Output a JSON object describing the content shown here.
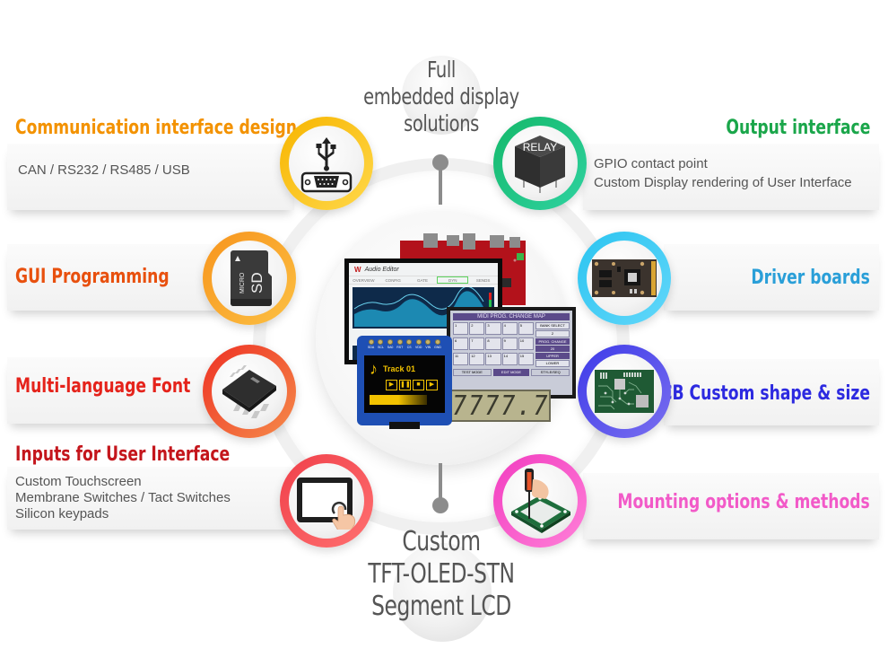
{
  "center": {
    "top_title": [
      "Full",
      "embedded display",
      "solutions"
    ],
    "bottom_title": [
      "Custom",
      "TFT-OLED-STN",
      "Segment LCD"
    ],
    "products": {
      "audio_editor": {
        "title": "Audio Editor",
        "tabs": [
          "OVERVIEW",
          "CONFIG",
          "GATE",
          "DYN",
          "SENDS"
        ],
        "active_tab": "DYN"
      },
      "oled": {
        "pins": [
          "SDA",
          "SCL",
          "SA0",
          "RST",
          "CS",
          "VDD",
          "VIN",
          "GND"
        ],
        "track_label": "Track 01",
        "controls": [
          "play",
          "pause",
          "stop",
          "next"
        ]
      },
      "stn_lcd": {
        "header": "MIDI PROG. CHANGE MAP",
        "cells": [
          "1",
          "2",
          "3",
          "4",
          "5",
          "6",
          "7",
          "8",
          "9",
          "10",
          "11",
          "12",
          "13",
          "14",
          "15"
        ],
        "side_buttons": [
          "BANK SELECT",
          "2",
          "PROG. CHANGE",
          "20",
          "UPPER",
          "LOWER"
        ],
        "footer": [
          "TEST MODE",
          "EDIT MODE",
          "STYLE/SEQ"
        ]
      },
      "segment_lcd": {
        "digits": "7777.7"
      },
      "relay_label": "RELAY",
      "sd_label_top": "MICRO",
      "sd_label_main": "SD"
    }
  },
  "features": {
    "left": [
      {
        "title": "Communication interface design",
        "color": "#f39200",
        "ring": [
          "#f7b500",
          "#ffd84a"
        ],
        "icon": "usb-serial-port-icon",
        "desc": [
          "CAN / RS232 / RS485 / USB"
        ]
      },
      {
        "title": "GUI Programming",
        "color": "#e8500e",
        "ring": [
          "#f7941d",
          "#fcc043"
        ],
        "icon": "micro-sd-card-icon",
        "desc": []
      },
      {
        "title": "Multi-language Font",
        "color": "#e5231b",
        "ring": [
          "#ee3124",
          "#f58b4a"
        ],
        "icon": "chip-icon",
        "desc": []
      },
      {
        "title": "Inputs for User Interface",
        "color": "#c4161c",
        "ring": [
          "#f0404a",
          "#ff7070"
        ],
        "icon": "touchscreen-tablet-icon",
        "desc": [
          "Custom Touchscreen",
          "Membrane Switches / Tact Switches",
          "Silicon keypads"
        ]
      }
    ],
    "right": [
      {
        "title": "Output interface",
        "color": "#1aa64a",
        "ring": [
          "#14b86a",
          "#2fd2a0"
        ],
        "icon": "relay-icon",
        "desc": [
          "GPIO contact point",
          "Custom Display rendering of User Interface"
        ]
      },
      {
        "title": "Driver boards",
        "color": "#2a9fd8",
        "ring": [
          "#2bc4f0",
          "#62d7fa"
        ],
        "icon": "driver-board-icon",
        "desc": []
      },
      {
        "title": "PCB Custom shape & size",
        "color": "#2d2ae0",
        "ring": [
          "#3d3ae8",
          "#7a6ff0"
        ],
        "icon": "pcb-icon",
        "desc": []
      },
      {
        "title": "Mounting options & methods",
        "color": "#f25ac8",
        "ring": [
          "#f23cc0",
          "#ff80d8"
        ],
        "icon": "screwdriver-mounting-icon",
        "desc": []
      }
    ]
  }
}
